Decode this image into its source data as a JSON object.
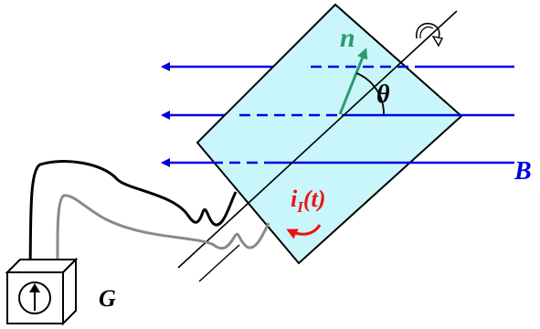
{
  "labels": {
    "normal": "n",
    "angle": "θ",
    "field": "B",
    "current_main": "i",
    "current_sub": "I",
    "current_arg": "(t)",
    "galvanometer": "G"
  },
  "colors": {
    "field_lines": "#0000dd",
    "loop_fill": "#c8f6fb",
    "normal_vector": "#2e9a6a",
    "current": "#ee1111",
    "lead_black": "#000000",
    "lead_gray": "#8a8a8a",
    "outline": "#000000"
  },
  "icons": {
    "rotation": "rotation-arrow-icon",
    "meter": "galvanometer-up-arrow-icon"
  }
}
